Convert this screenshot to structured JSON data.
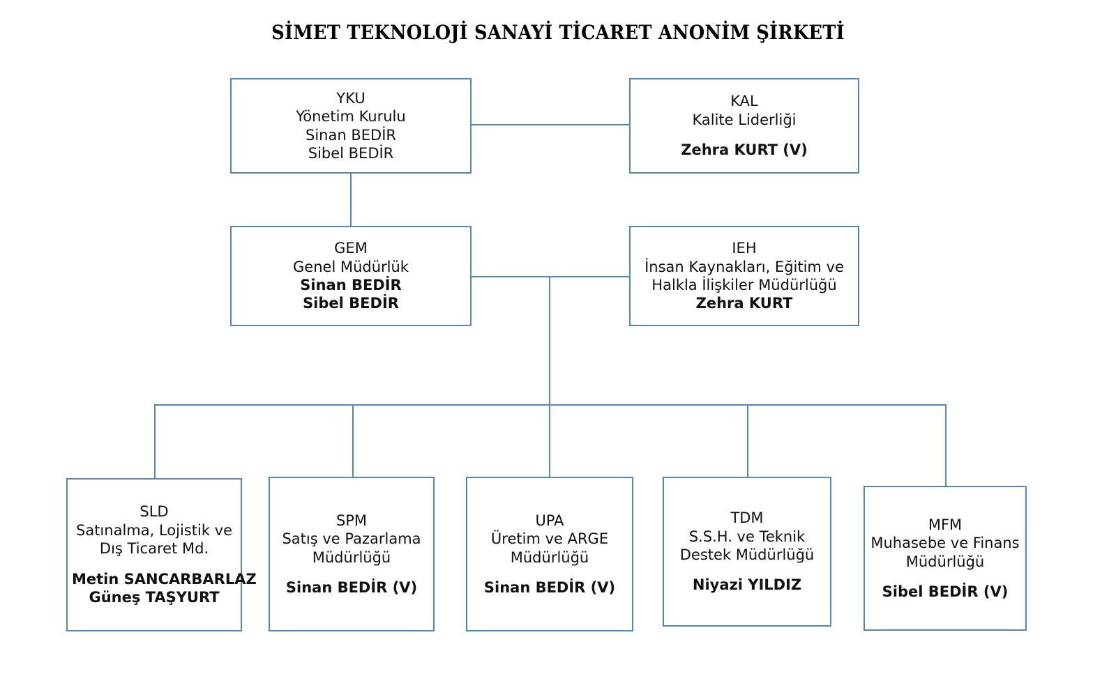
{
  "title": "SİMET TEKNOLOJİ SANAYİ TİCARET ANONİM ŞİRKETİ",
  "theme": {
    "box_border_color": "#5585c0",
    "connector_color": "#5585c0",
    "background_color": "#ffffff",
    "text_color": "#111111"
  },
  "nodes": {
    "yku": {
      "code": "YKU",
      "unit": "Yönetim Kurulu",
      "person1": "Sinan BEDİR",
      "person2": "Sibel BEDİR"
    },
    "kal": {
      "code": "KAL",
      "unit": "Kalite Liderliği",
      "person1": "Zehra KURT (V)"
    },
    "gem": {
      "code": "GEM",
      "unit": "Genel Müdürlük",
      "person1": "Sinan BEDİR",
      "person2": "Sibel BEDİR"
    },
    "ieh": {
      "code": "IEH",
      "unit_line1": "İnsan Kaynakları, Eğitim ve",
      "unit_line2": "Halkla İlişkiler Müdürlüğü",
      "person1": "Zehra KURT"
    },
    "sld": {
      "code": "SLD",
      "unit_line1": "Satınalma, Lojistik ve",
      "unit_line2": "Dış Ticaret Md.",
      "person1": "Metin SANCARBARLAZ",
      "person2": "Güneş TAŞYURT"
    },
    "spm": {
      "code": "SPM",
      "unit_line1": "Satış ve Pazarlama",
      "unit_line2": "Müdürlüğü",
      "person1": "Sinan BEDİR (V)"
    },
    "upa": {
      "code": "UPA",
      "unit_line1": "Üretim ve ARGE",
      "unit_line2": "Müdürlüğü",
      "person1": "Sinan BEDİR (V)"
    },
    "tdm": {
      "code": "TDM",
      "unit_line1": "S.S.H. ve Teknik",
      "unit_line2": "Destek Müdürlüğü",
      "person1": "Niyazi YILDIZ"
    },
    "mfm": {
      "code": "MFM",
      "unit_line1": "Muhasebe ve Finans",
      "unit_line2": "Müdürlüğü",
      "person1": "Sibel BEDİR (V)"
    }
  }
}
